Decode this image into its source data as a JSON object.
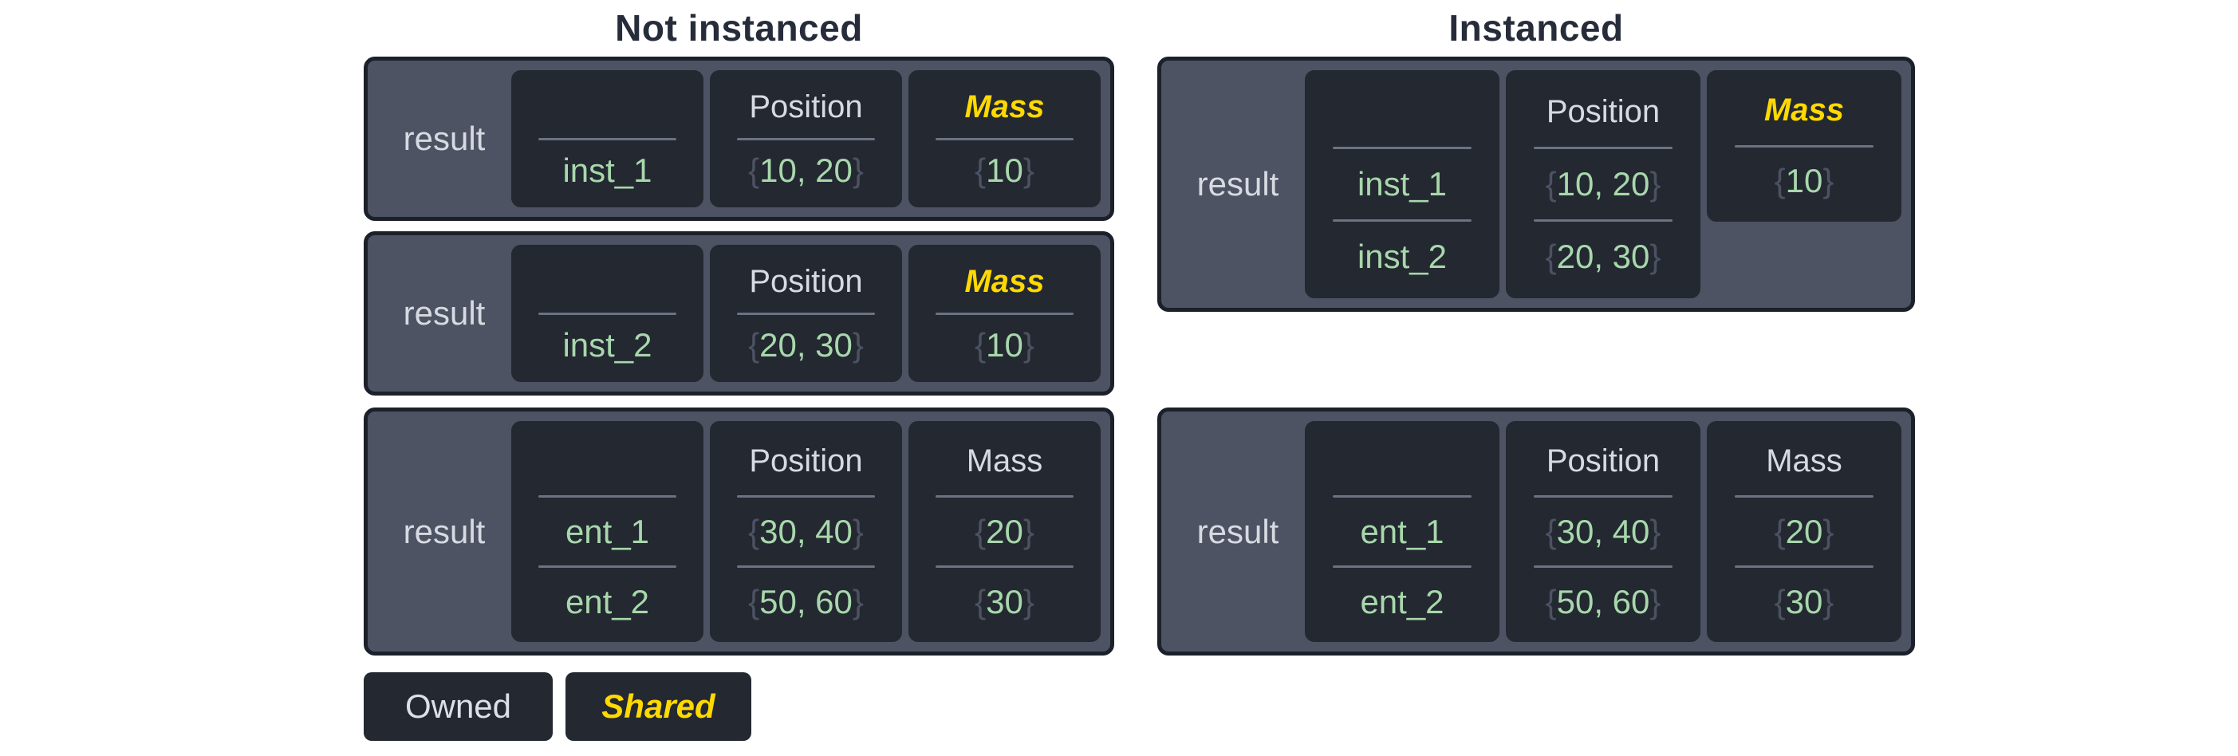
{
  "titles": {
    "left": "Not instanced",
    "right": "Instanced"
  },
  "syntax": {
    "open": "{",
    "close": "}"
  },
  "legend": {
    "owned": "Owned",
    "shared": "Shared"
  },
  "tables": {
    "nl1": {
      "label": "result",
      "entity": {
        "header": "",
        "rows": [
          "inst_1"
        ]
      },
      "position": {
        "header": "Position",
        "shared": false,
        "rows": [
          "10, 20"
        ]
      },
      "mass": {
        "header": "Mass",
        "shared": true,
        "rows": [
          "10"
        ]
      }
    },
    "nl2": {
      "label": "result",
      "entity": {
        "header": "",
        "rows": [
          "inst_2"
        ]
      },
      "position": {
        "header": "Position",
        "shared": false,
        "rows": [
          "20, 30"
        ]
      },
      "mass": {
        "header": "Mass",
        "shared": true,
        "rows": [
          "10"
        ]
      }
    },
    "nl3": {
      "label": "result",
      "entity": {
        "header": "",
        "rows": [
          "ent_1",
          "ent_2"
        ]
      },
      "position": {
        "header": "Position",
        "shared": false,
        "rows": [
          "30, 40",
          "50, 60"
        ]
      },
      "mass": {
        "header": "Mass",
        "shared": false,
        "rows": [
          "20",
          "30"
        ]
      }
    },
    "r1": {
      "label": "result",
      "entity": {
        "header": "",
        "rows": [
          "inst_1",
          "inst_2"
        ]
      },
      "position": {
        "header": "Position",
        "shared": false,
        "rows": [
          "10, 20",
          "20, 30"
        ]
      },
      "mass": {
        "header": "Mass",
        "shared": true,
        "rows": [
          "10"
        ]
      }
    },
    "r2": {
      "label": "result",
      "entity": {
        "header": "",
        "rows": [
          "ent_1",
          "ent_2"
        ]
      },
      "position": {
        "header": "Position",
        "shared": false,
        "rows": [
          "30, 40",
          "50, 60"
        ]
      },
      "mass": {
        "header": "Mass",
        "shared": false,
        "rows": [
          "20",
          "30"
        ]
      }
    }
  },
  "colors": {
    "page_background": "#ffffff",
    "table_background": "#4d5363",
    "table_border": "#1b202a",
    "card_background": "#232831",
    "header_text": "#d7dae1",
    "shared_text": "#ffd900",
    "value_text": "#a8d7ac",
    "brace_text": "#4c5262",
    "separator": "#6b7383",
    "title_text": "#262c3a"
  }
}
